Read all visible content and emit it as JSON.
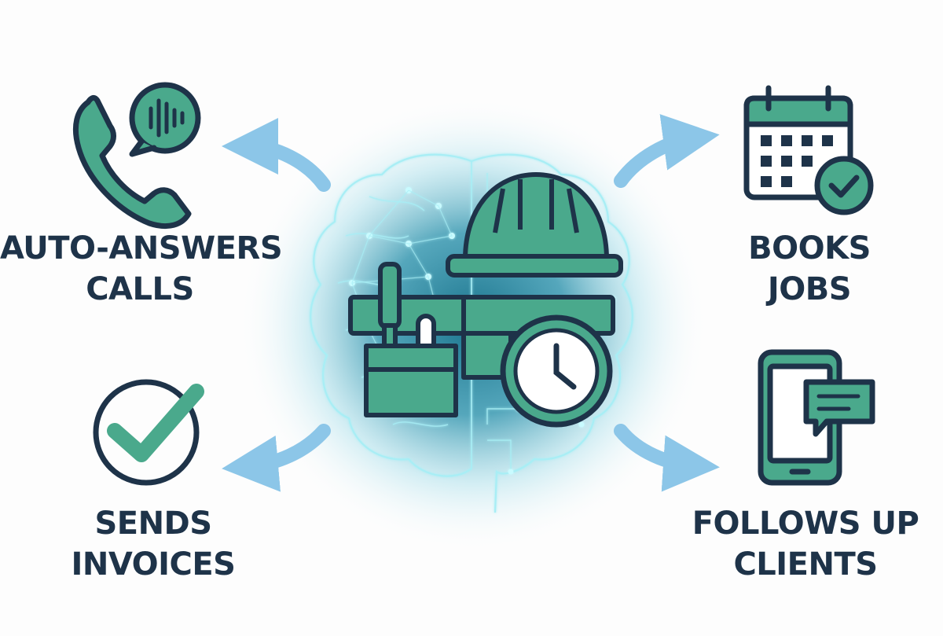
{
  "colors": {
    "navy": "#1e3349",
    "teal": "#4aa98c",
    "arrow_blue": "#8cc6e8",
    "glow": "#9fe3ee",
    "background": "#fdfdfd"
  },
  "center": {
    "brain_icon": "brain-circuit-icon",
    "hard_hat_icon": "hard-hat-icon",
    "tool_belt_icon": "tool-belt-icon",
    "clock_icon": "clock-icon"
  },
  "features": [
    {
      "icon": "phone-voice-icon",
      "lines": [
        "AUTO-ANSWERS",
        "CALLS"
      ]
    },
    {
      "icon": "calendar-check-icon",
      "lines": [
        "BOOKS",
        "JOBS"
      ]
    },
    {
      "icon": "checkmark-circle-icon",
      "lines": [
        "SENDS",
        "INVOICES"
      ]
    },
    {
      "icon": "smartphone-message-icon",
      "lines": [
        "FOLLOWS UP",
        "CLIENTS"
      ]
    }
  ]
}
